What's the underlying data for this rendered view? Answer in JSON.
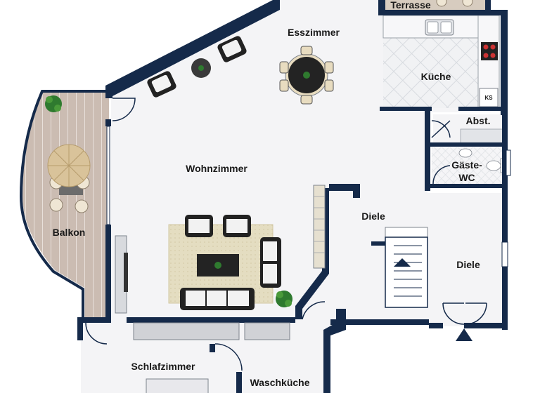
{
  "rooms": {
    "terrasse": "Terrasse",
    "esszimmer": "Esszimmer",
    "kueche": "Küche",
    "abst": "Abst.",
    "gaeste_wc_line1": "Gäste-",
    "gaeste_wc_line2": "WC",
    "wohnzimmer": "Wohnzimmer",
    "balkon": "Balkon",
    "diele_upper": "Diele",
    "diele_lower": "Diele",
    "schlafzimmer": "Schlafzimmer",
    "waschkueche": "Waschküche"
  },
  "fixtures": {
    "ks": "KS"
  },
  "colors": {
    "wall": "#152a4a",
    "floor": "#f4f4f6",
    "balcony_deck": "#cbbcb2",
    "rug": "#e4ddc1",
    "sofa": "#2a2a2a",
    "cushion": "#f2f2f2",
    "tile": "#eef0f2",
    "plant": "#2f7a2f",
    "parasol": "#d9c39a"
  },
  "icons": [
    "dining-table-icon",
    "sofa-icon",
    "coffee-table-icon",
    "parasol-icon",
    "plant-icon",
    "stove-icon",
    "sink-icon",
    "toilet-icon",
    "staircase-icon",
    "entrance-arrow-icon",
    "armchair-icon"
  ]
}
